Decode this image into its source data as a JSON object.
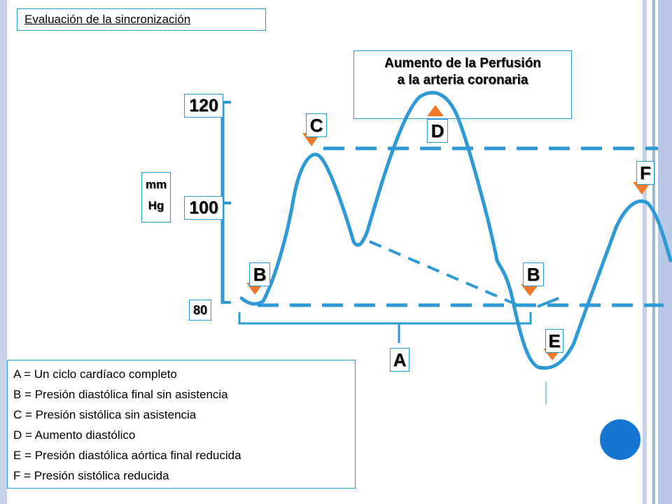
{
  "title": "Evaluación de la sincronización",
  "perfusion_note": {
    "line1": "Aumento de la  Perfusión",
    "line2": "a la arteria coronaria"
  },
  "axis": {
    "unit_line1": "mm",
    "unit_line2": "Hg",
    "tick_120": "120",
    "tick_100": "100",
    "tick_80": "80"
  },
  "points": {
    "A": "A",
    "B_left": "B",
    "B_right": "B",
    "C": "C",
    "D": "D",
    "E": "E",
    "F": "F"
  },
  "legend": [
    "A = Un ciclo cardíaco completo",
    "B = Presión diastólica final sin asistencia",
    "C = Presión sistólica sin asistencia",
    "D = Aumento diastólico",
    "E = Presión  diastólica aórtica final reducida",
    "F = Presión sistólica reducida"
  ],
  "colors": {
    "curve": "#2d9ad6",
    "marker": "#f07a2a",
    "dot": "#1476cf",
    "frame": "#c7d2e8"
  }
}
